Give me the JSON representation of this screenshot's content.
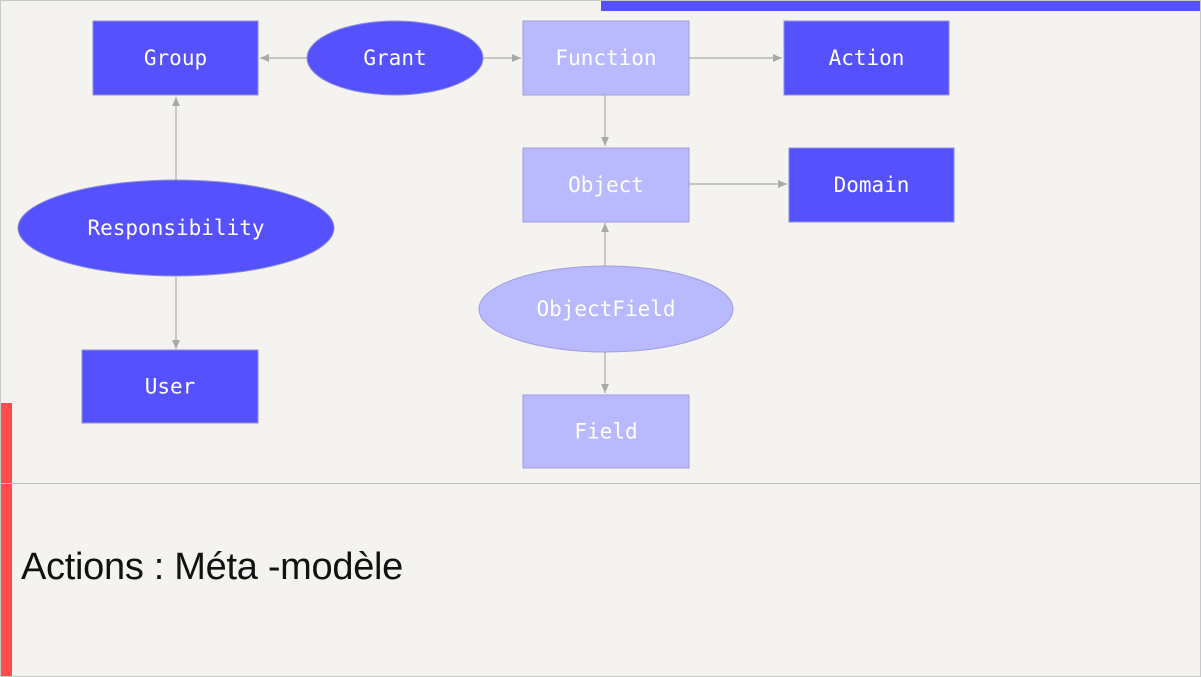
{
  "slide": {
    "title": "Actions : Méta -modèle"
  },
  "colors": {
    "primary": "#5551ff",
    "secondary": "#b9b9ff",
    "accent_red": "#ff4d4d",
    "edge": "#aaaaaa",
    "background": "#f5f3f0"
  },
  "diagram": {
    "nodes": {
      "group": "Group",
      "grant": "Grant",
      "function": "Function",
      "action": "Action",
      "object": "Object",
      "domain": "Domain",
      "responsibility": "Responsibility",
      "object_field": "ObjectField",
      "user": "User",
      "field": "Field"
    }
  }
}
